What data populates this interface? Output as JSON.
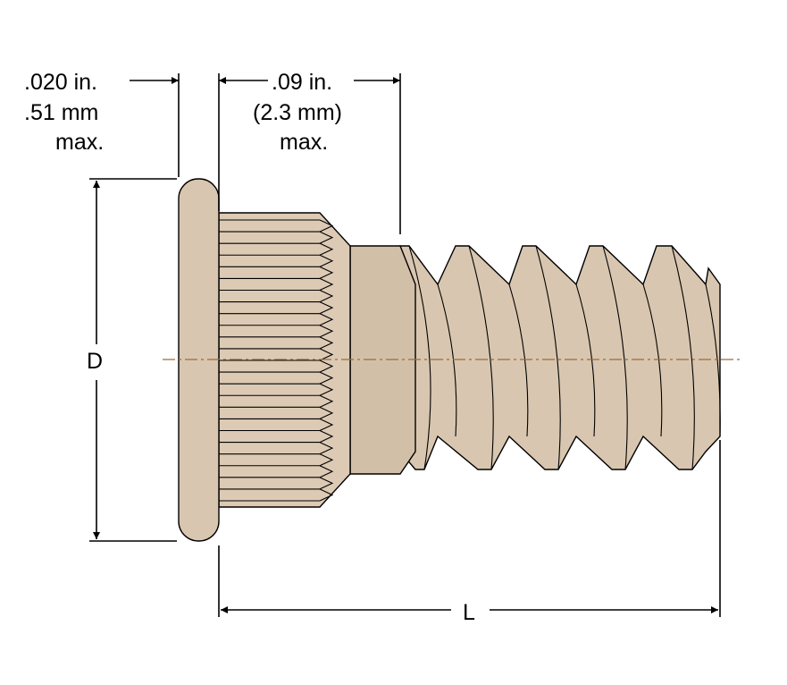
{
  "diagram": {
    "head_thickness": {
      "imperial": ".020 in.",
      "metric": ".51 mm",
      "qualifier": "max."
    },
    "shank_length": {
      "imperial": ".09 in.",
      "metric": "(2.3 mm)",
      "qualifier": "max."
    },
    "diameter_label": "D",
    "length_label": "L",
    "colors": {
      "part_fill": "#d8c6b0",
      "part_shadow": "#c9b59d",
      "centerline": "#a06a3a",
      "lines": "#000000"
    }
  }
}
